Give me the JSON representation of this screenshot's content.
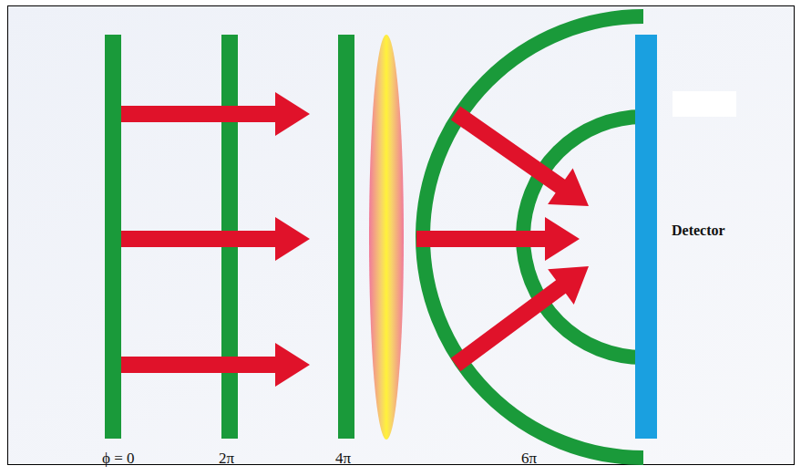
{
  "diagram": {
    "labels": [
      "ϕ = 0",
      "2π",
      "4π",
      "6π",
      "Detector"
    ]
  }
}
